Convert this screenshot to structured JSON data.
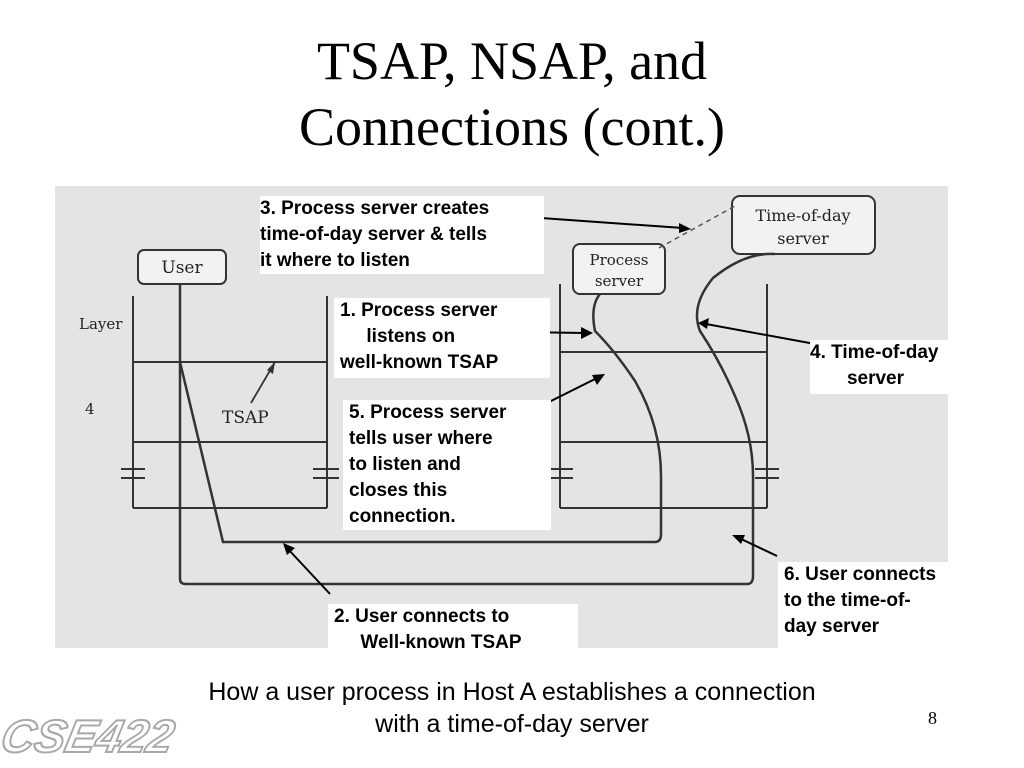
{
  "slide": {
    "title_line1": "TSAP, NSAP, and",
    "title_line2": "Connections (cont.)",
    "caption_line1": "How a user process in Host A establishes a connection",
    "caption_line2": "with a time-of-day server",
    "page_number": "8",
    "logo_text": "CSE422"
  },
  "figure": {
    "user_label": "User",
    "layer_label": "Layer",
    "layer_number": "4",
    "tsap_label": "TSAP",
    "process_server_label_line1": "Process",
    "process_server_label_line2": "server",
    "time_of_day_label_line1": "Time-of-day",
    "time_of_day_label_line2": "server"
  },
  "callouts": {
    "step1": "1. Process server\n     listens on\nwell-known TSAP",
    "step2": "2. User connects to\n     Well-known TSAP",
    "step3": "3. Process server creates\ntime-of-day server & tells\nit where to listen",
    "step4": "4. Time-of-day\n       server",
    "step5": "5. Process server\ntells user where\nto listen and\ncloses this\nconnection.",
    "step6": "6. User connects\nto the time-of-\nday server"
  }
}
